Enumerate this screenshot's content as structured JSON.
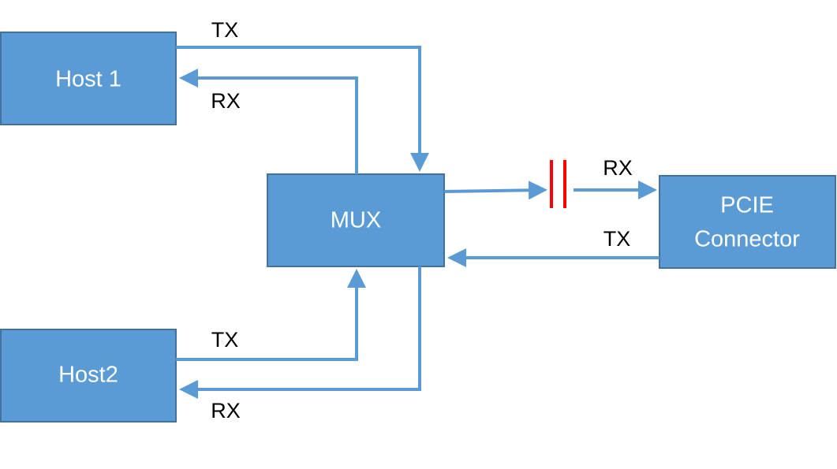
{
  "colors": {
    "block_fill": "#5b9bd5",
    "block_stroke": "#41719c",
    "line": "#5b9bd5",
    "capacitor": "#ff0000",
    "block_text": "#ffffff",
    "signal_text": "#000000"
  },
  "blocks": {
    "host1": "Host 1",
    "host2": "Host2",
    "mux": "MUX",
    "pcie_line1": "PCIE",
    "pcie_line2": "Connector"
  },
  "signals": {
    "host1_tx": "TX",
    "host1_rx": "RX",
    "host2_tx": "TX",
    "host2_rx": "RX",
    "pcie_rx": "RX",
    "pcie_tx": "TX"
  }
}
